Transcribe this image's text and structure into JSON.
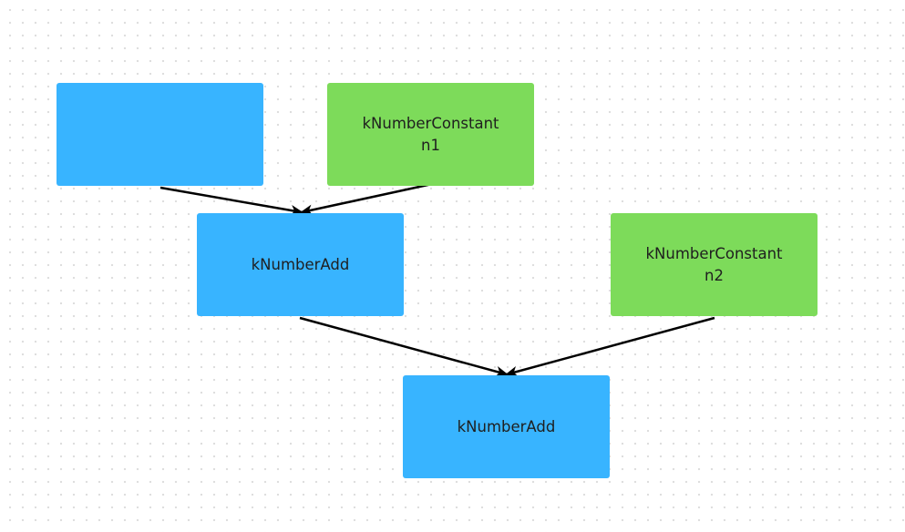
{
  "nodes": {
    "empty": {
      "type": "",
      "name": "",
      "color": "#38b4ff"
    },
    "n1": {
      "type": "kNumberConstant",
      "name": "n1",
      "color": "#7ddb5a"
    },
    "add1": {
      "type": "kNumberAdd",
      "name": "",
      "color": "#38b4ff"
    },
    "n2": {
      "type": "kNumberConstant",
      "name": "n2",
      "color": "#7ddb5a"
    },
    "add2": {
      "type": "kNumberAdd",
      "name": "",
      "color": "#38b4ff"
    }
  },
  "edges": [
    {
      "from": "empty",
      "to": "add1"
    },
    {
      "from": "n1",
      "to": "add1"
    },
    {
      "from": "add1",
      "to": "add2"
    },
    {
      "from": "n2",
      "to": "add2"
    }
  ],
  "colors": {
    "operation_node": "#38b4ff",
    "constant_node": "#7ddb5a",
    "edge": "#000000"
  }
}
